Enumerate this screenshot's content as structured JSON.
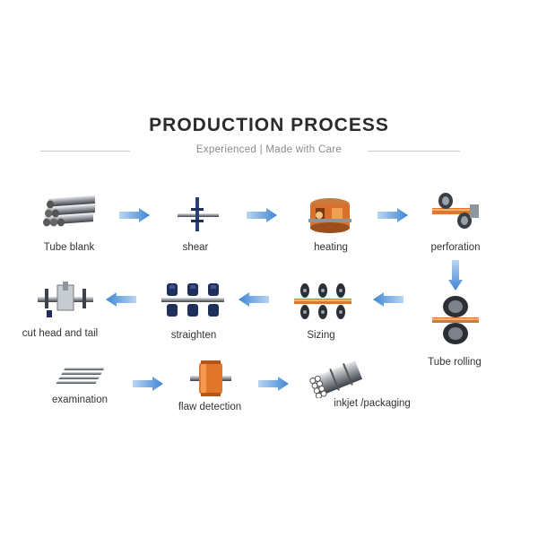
{
  "header": {
    "title": "PRODUCTION PROCESS",
    "subtitle": "Experienced | Made with Care"
  },
  "steps": [
    {
      "label": "Tube blank",
      "icon": "tube-blank-icon"
    },
    {
      "label": "shear",
      "icon": "shear-icon"
    },
    {
      "label": "heating",
      "icon": "heating-furnace-icon"
    },
    {
      "label": "perforation",
      "icon": "perforation-icon"
    },
    {
      "label": "Tube rolling",
      "icon": "tube-rolling-icon"
    },
    {
      "label": "Sizing",
      "icon": "sizing-mill-icon"
    },
    {
      "label": "straighten",
      "icon": "straightener-icon"
    },
    {
      "label": "cut head and tail",
      "icon": "cutting-icon"
    },
    {
      "label": "examination",
      "icon": "examination-icon"
    },
    {
      "label": "flaw detection",
      "icon": "flaw-detection-icon"
    },
    {
      "label": "inkjet /packaging",
      "icon": "packaging-icon"
    }
  ],
  "colors": {
    "arrow": "#4a90d9",
    "accent_orange": "#e0762a",
    "dark_blue": "#1f2f5c",
    "steel": "#8f959c"
  }
}
